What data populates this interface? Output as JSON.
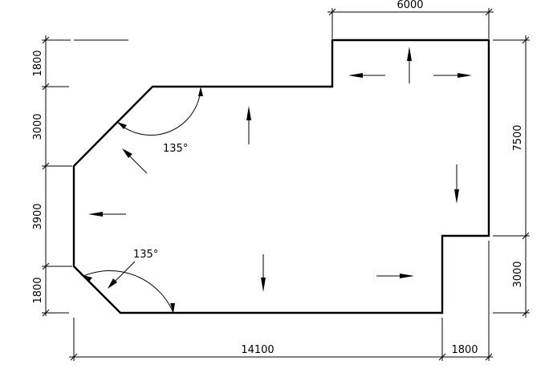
{
  "dimensions": {
    "top_6000": "6000",
    "left_1800_top": "1800",
    "left_3000": "3000",
    "left_3900": "3900",
    "left_1800_bottom": "1800",
    "right_7500": "7500",
    "right_3000": "3000",
    "bottom_14100": "14100",
    "bottom_1800": "1800"
  },
  "angles": {
    "upper": "135°",
    "lower": "135°"
  },
  "colors": {
    "line": "#000000",
    "background": "#ffffff"
  }
}
